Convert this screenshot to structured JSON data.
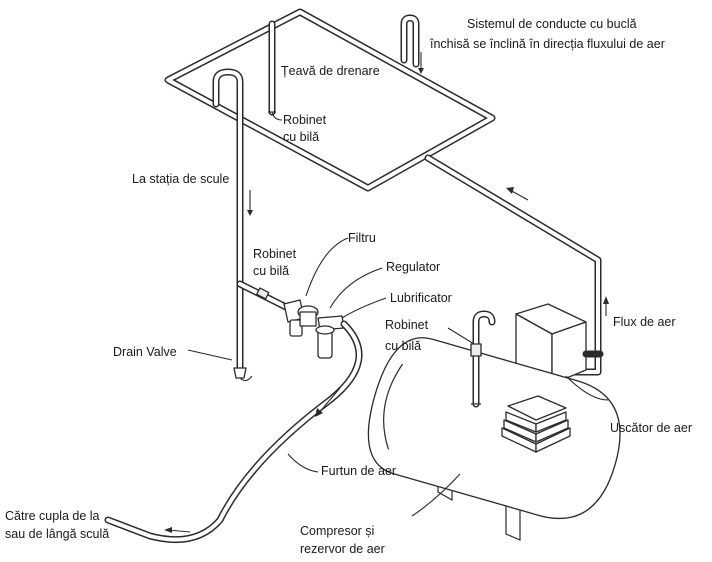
{
  "labels": {
    "closed_loop_line1": "Sistemul de conducte cu buclă",
    "closed_loop_line2": "închisă se înclină în direcția fluxului de aer",
    "drain_pipe": "Țeavă de drenare",
    "ball_valve_top_line1": "Robinet",
    "ball_valve_top_line2": "cu bilă",
    "tool_station": "La stația de scule",
    "filter": "Filtru",
    "ball_valve_mid_line1": "Robinet",
    "ball_valve_mid_line2": "cu bilă",
    "regulator": "Regulator",
    "lubricator": "Lubrificator",
    "ball_valve_right_line1": "Robinet",
    "ball_valve_right_line2": "cu bilă",
    "air_flow": "Flux de aer",
    "drain_valve": "Drain Valve",
    "air_dryer": "Uscător de aer",
    "air_hose": "Furtun de aer",
    "to_tool_line1": "Către cupla de la",
    "to_tool_line2": "sau de lângă sculă",
    "compressor_line1": "Compresor și",
    "compressor_line2": "rezervor de aer"
  }
}
